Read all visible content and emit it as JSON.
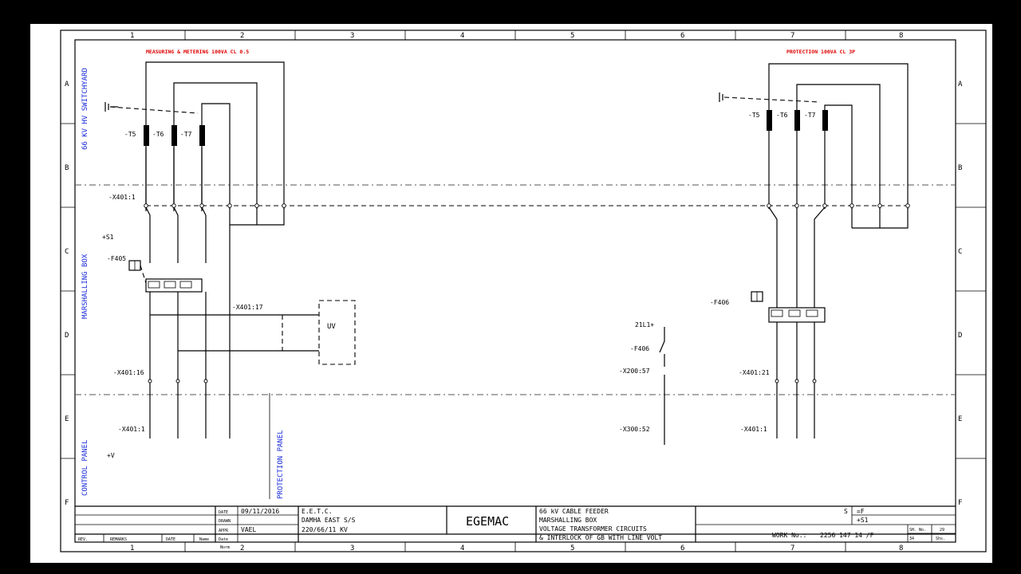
{
  "zones": {
    "columns": [
      "1",
      "2",
      "3",
      "4",
      "5",
      "6",
      "7",
      "8"
    ],
    "rows": [
      "A",
      "B",
      "C",
      "D",
      "E",
      "F"
    ]
  },
  "headers": {
    "left": "MEASURING & METERING  100VA CL 0.5",
    "right": "PROTECTION 100VA CL 3P"
  },
  "sections": {
    "switchyard": "66 KV HV SWITCHYARD",
    "marshalling": "MARSHALLING BOX",
    "control": "CONTROL PANEL",
    "protection": "PROTECTION PANEL"
  },
  "labels": {
    "x401_1": "-X401:1",
    "s1": "+S1",
    "f405": "-F405",
    "x401_17": "-X401:17",
    "x401_16": "-X401:16",
    "x401_1b": "-X401:1",
    "v_plus": "+V",
    "f406": "-F406",
    "x401_21": "-X401:21",
    "x401_1c": "-X401:1",
    "x200_57": "-X200:57",
    "x300_52": "-X300:52",
    "f406b": "-F406",
    "alarm": "21L1+",
    "uv": "UV",
    "t5": "-T5",
    "t6": "-T6",
    "t7": "-T7",
    "t5r": "-T5",
    "t6r": "-T6",
    "t7r": "-T7"
  },
  "title_block": {
    "row_labels": [
      "DATE",
      "DRAWN",
      "APPR",
      "Date"
    ],
    "date": "09/11/2016",
    "appr": "VAEL",
    "company": "E.E.T.C.",
    "site": "DAMHA EAST S/S",
    "voltage": "220/66/11 KV",
    "logo": "EGEMAC",
    "desc1": "66 kV CABLE FEEDER",
    "desc2": "MARSHALLING BOX",
    "desc3": "VOLTAGE TRANSFORMER CIRCUITS",
    "desc4": "& INTERLOCK OF GB WITH LINE VOLT",
    "rev_headers": [
      "REV.",
      "REMARKS",
      "DATE",
      "Name",
      "Norm"
    ],
    "s_label": "S",
    "f_code": "=F",
    "s1_code": "+S1",
    "work_no_label": "WORK No.:",
    "work_no": "2256 147 14 /F",
    "sh_label": "SH. No.",
    "sh_no": "29",
    "sheets_label": "Shs.",
    "sheets": "34"
  }
}
